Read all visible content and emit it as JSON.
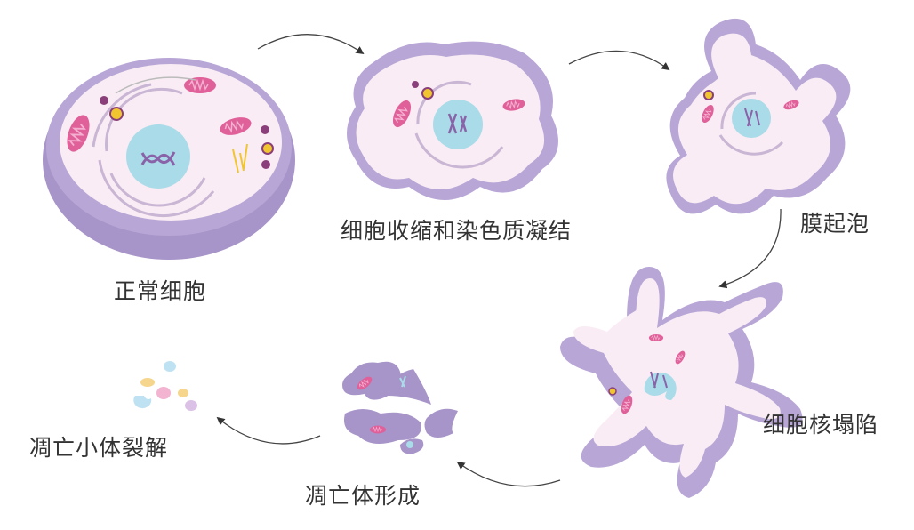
{
  "stages": [
    {
      "label": "正常细胞"
    },
    {
      "label": "细胞收缩和染色质凝结"
    },
    {
      "label": "膜起泡"
    },
    {
      "label": "细胞核塌陷"
    },
    {
      "label": "凋亡体形成"
    },
    {
      "label": "凋亡小体裂解"
    }
  ],
  "colors": {
    "membrane": "#b8a6d6",
    "membrane_dark": "#a794c8",
    "cytoplasm": "#f9ecf4",
    "nucleus": "#a9dbe8",
    "mitochondria": "#e0609a",
    "dna": "#8a62a8",
    "granule": "#f0c530",
    "text": "#333333",
    "arrow": "#444444"
  }
}
